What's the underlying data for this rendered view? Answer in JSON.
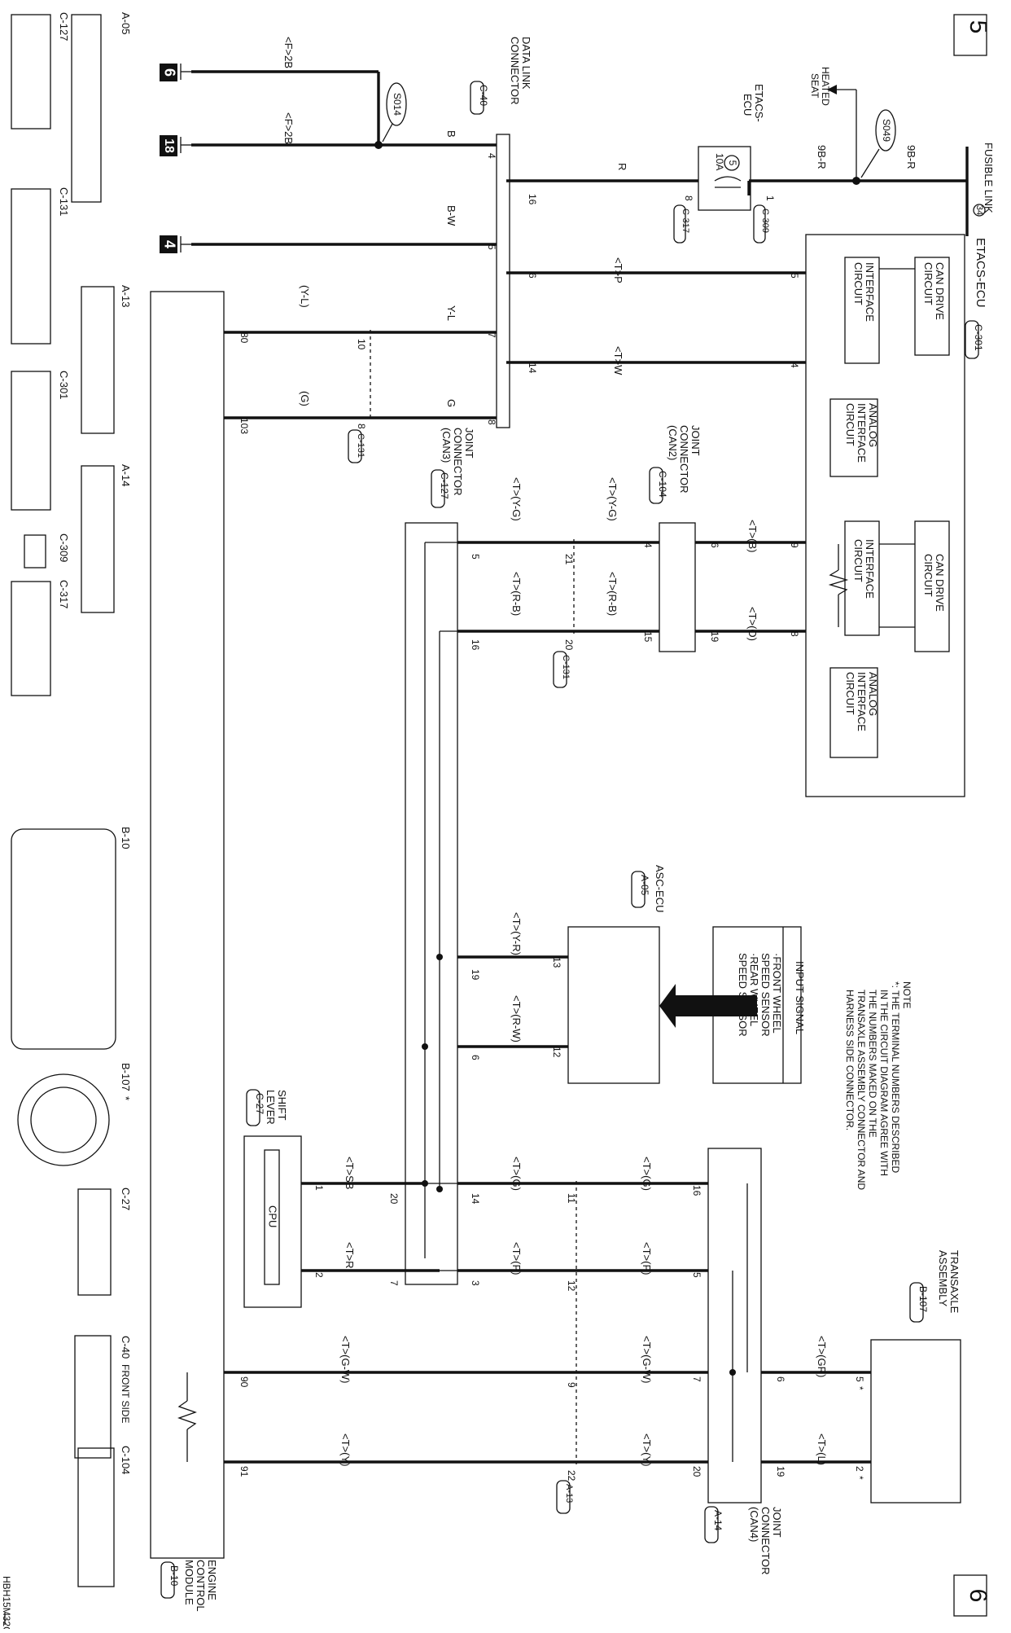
{
  "page": {
    "page_number": "5",
    "next_page": "6",
    "drawing_code": "HBH15M32CC",
    "star_mark": "*",
    "front_side": "FRONT SIDE"
  },
  "note": {
    "title": "NOTE",
    "lines": [
      "*: THE TERMINAL NUMBERS DESCRIBED",
      "IN THE CIRCUIT DIAGRAM AGREE WITH",
      "THE NUMBERS MAKED ON THE",
      "TRANSAXLE ASSEMBLY CONNECTOR AND",
      "HARNESS SIDE CONNECTOR."
    ]
  },
  "power": {
    "fusible_link": "FUSIBLE LINK",
    "fusible_link_num": "34",
    "wire_9b_r": "9B-R",
    "splice_s049": "S049",
    "heated_seat": [
      "HEATED",
      "SEAT"
    ],
    "etacs_ecu_fuse": [
      "ETACS-",
      "ECU"
    ],
    "fuse_num": "5",
    "fuse_amp": "10A",
    "pin_1": "1",
    "pin_8": "8",
    "conn_c309": "C-309",
    "conn_c317": "C-317",
    "wire_r": "R"
  },
  "etacs": {
    "title": "ETACS-ECU",
    "connector": "C-301",
    "can_drive_1": [
      "CAN DRIVE",
      "CIRCUIT"
    ],
    "interface_1": [
      "INTERFACE",
      "CIRCUIT"
    ],
    "analog_1": [
      "ANALOG",
      "INTERFACE",
      "CIRCUIT"
    ],
    "can_drive_2": [
      "CAN DRIVE",
      "CIRCUIT"
    ],
    "interface_2": [
      "INTERFACE",
      "CIRCUIT"
    ],
    "analog_2": [
      "ANALOG",
      "INTERFACE",
      "CIRCUIT"
    ],
    "pins": [
      "5",
      "4",
      "9",
      "8"
    ]
  },
  "dlc": {
    "title": [
      "DATA LINK",
      "CONNECTOR"
    ],
    "connector": "C-40",
    "wire_f2b_1": "<F>2B",
    "wire_f2b_2": "<F>2B",
    "splice_s014": "S014",
    "ground_6": "6",
    "ground_18": "18",
    "ground_4": "4",
    "pins": [
      "4",
      "5",
      "6",
      "7",
      "14",
      "8",
      "16"
    ],
    "wires": [
      "B",
      "B-W",
      "Y-L",
      "G"
    ],
    "can_wires": [
      "<T>P",
      "<T>W"
    ]
  },
  "jc3": {
    "title": [
      "JOINT",
      "CONNECTOR",
      "(CAN3)"
    ],
    "connector": "C-127",
    "pin_8": "8",
    "pin_10": "10",
    "conn_c131": "C-131",
    "wire_yl": "(Y-L)",
    "wire_g": "(G)"
  },
  "jc2": {
    "title": [
      "JOINT",
      "CONNECTOR",
      "(CAN2)"
    ],
    "connector": "C-104",
    "pins": [
      "6",
      "19",
      "4",
      "15",
      "21",
      "20",
      "5",
      "16"
    ],
    "wires": [
      "<T>(B)",
      "<T>(O)",
      "<T>(Y-G)",
      "<T>(R-B)",
      "<T>(Y-G)",
      "<T>(R-B)"
    ],
    "conn_c131": "C-131"
  },
  "ecm": {
    "title": [
      "ENGINE",
      "CONTROL",
      "MODULE"
    ],
    "connector": "B-10",
    "pins": [
      "80",
      "103",
      "90",
      "91"
    ]
  },
  "input": {
    "title": "INPUT SIGNAL",
    "lines": [
      "·FRONT WHEEL",
      "SPEED SENSOR",
      "·REAR WHEEL",
      "SPEED SENSOR"
    ]
  },
  "asc": {
    "title": "ASC-ECU",
    "connector": "A-05",
    "pins": [
      "13",
      "12",
      "19",
      "6"
    ],
    "wires": [
      "<T>(Y-R)",
      "<T>(R-W)"
    ]
  },
  "shift": {
    "title": [
      "SHIFT",
      "LEVER"
    ],
    "connector": "C-27",
    "cpu": "CPU",
    "pins": [
      "1",
      "2",
      "20",
      "7"
    ],
    "wires": [
      "<T>SB",
      "<T>R"
    ]
  },
  "jc4": {
    "title": [
      "JOINT",
      "CONNECTOR",
      "(CAN4)"
    ],
    "connector": "A-14",
    "pins": [
      "16",
      "5",
      "7",
      "20",
      "6",
      "19",
      "14",
      "3",
      "11",
      "12",
      "9",
      "22"
    ],
    "wires": [
      "<T>(G)",
      "<T>(P)",
      "<T>(G-W)",
      "<T>(Y)",
      "<T>(G)",
      "<T>(P)",
      "<T>(G-W)",
      "<T>(Y)"
    ],
    "conn_a13": "A-13"
  },
  "transaxle": {
    "title": [
      "TRANSAXLE",
      "ASSEMBLY"
    ],
    "connector": "B-107",
    "pins": [
      "5",
      "2"
    ],
    "wires": [
      "<T>(GR)",
      "<T>(L)"
    ]
  },
  "connector_views": {
    "a05": "A-05",
    "c127": "C-127",
    "c131": "C-131",
    "a13": "A-13",
    "c301": "C-301",
    "a14": "A-14",
    "c309": "C-309",
    "c317": "C-317",
    "b10": "B-10",
    "b107": "B-107",
    "c27": "C-27",
    "c40": "C-40",
    "c104": "C-104"
  }
}
